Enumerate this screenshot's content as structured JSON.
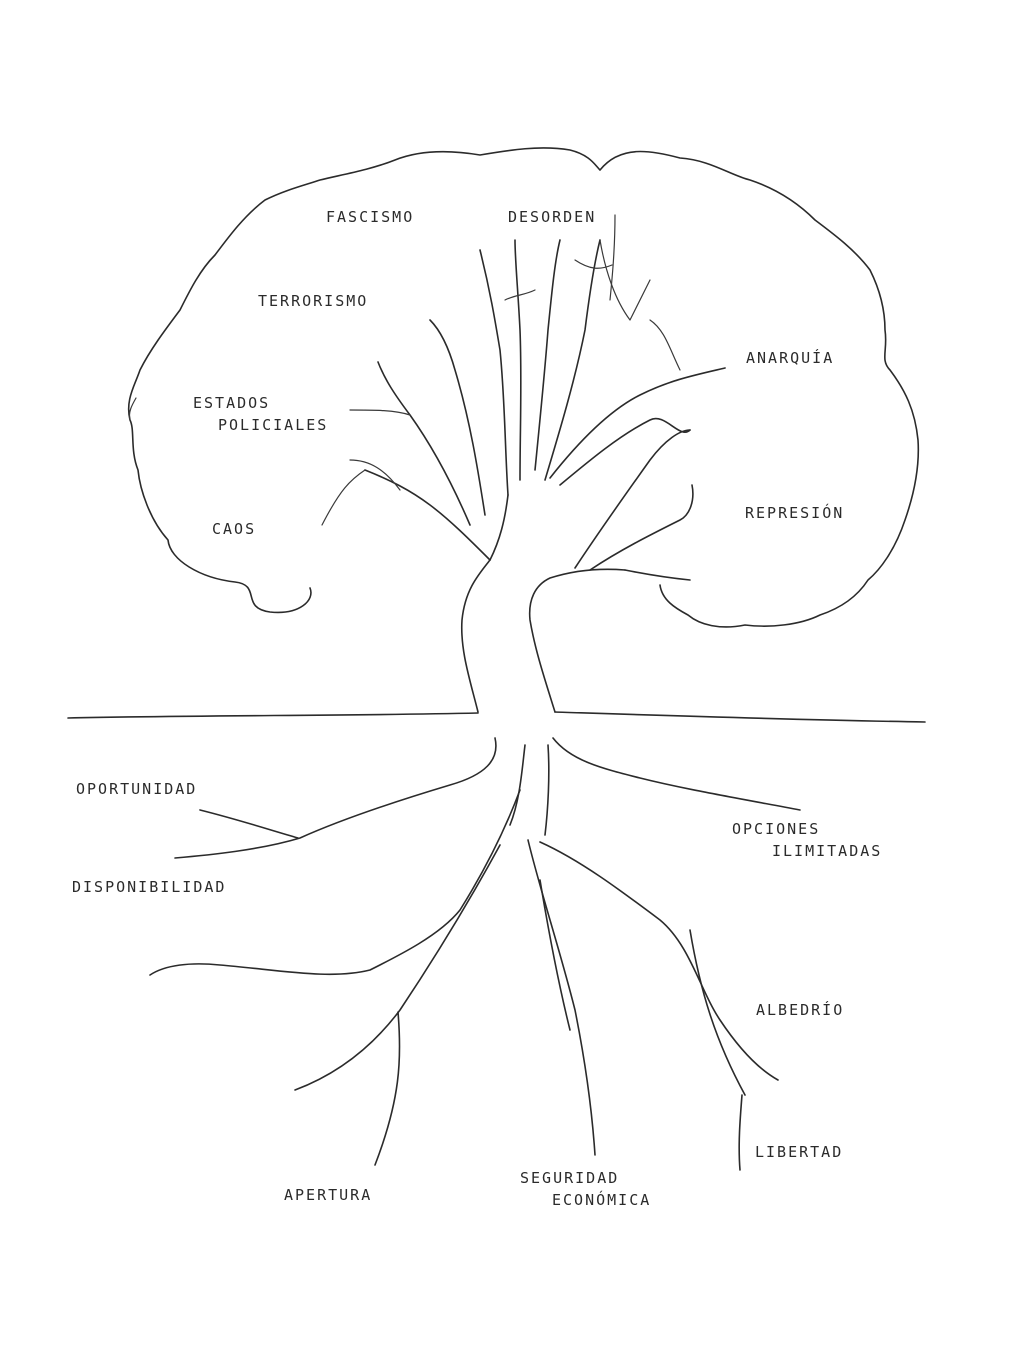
{
  "canopy_labels": {
    "fascismo": "FASCISMO",
    "desorden": "DESORDEN",
    "terrorismo": "TERRORISMO",
    "anarquia": "ANARQUÍA",
    "estados_line1": "ESTADOS",
    "estados_line2": "POLICIALES",
    "caos": "CAOS",
    "represion": "REPRESIÓN"
  },
  "root_labels": {
    "oportunidad": "OPORTUNIDAD",
    "disponibilidad": "DISPONIBILIDAD",
    "opciones_line1": "OPCIONES",
    "opciones_line2": "ILIMITADAS",
    "albedrio": "ALBEDRÍO",
    "libertad": "LIBERTAD",
    "apertura": "APERTURA",
    "seguridad_line1": "SEGURIDAD",
    "seguridad_line2": "ECONÓMICA"
  },
  "colors": {
    "ink": "#2b2b2b",
    "paper": "#ffffff"
  }
}
